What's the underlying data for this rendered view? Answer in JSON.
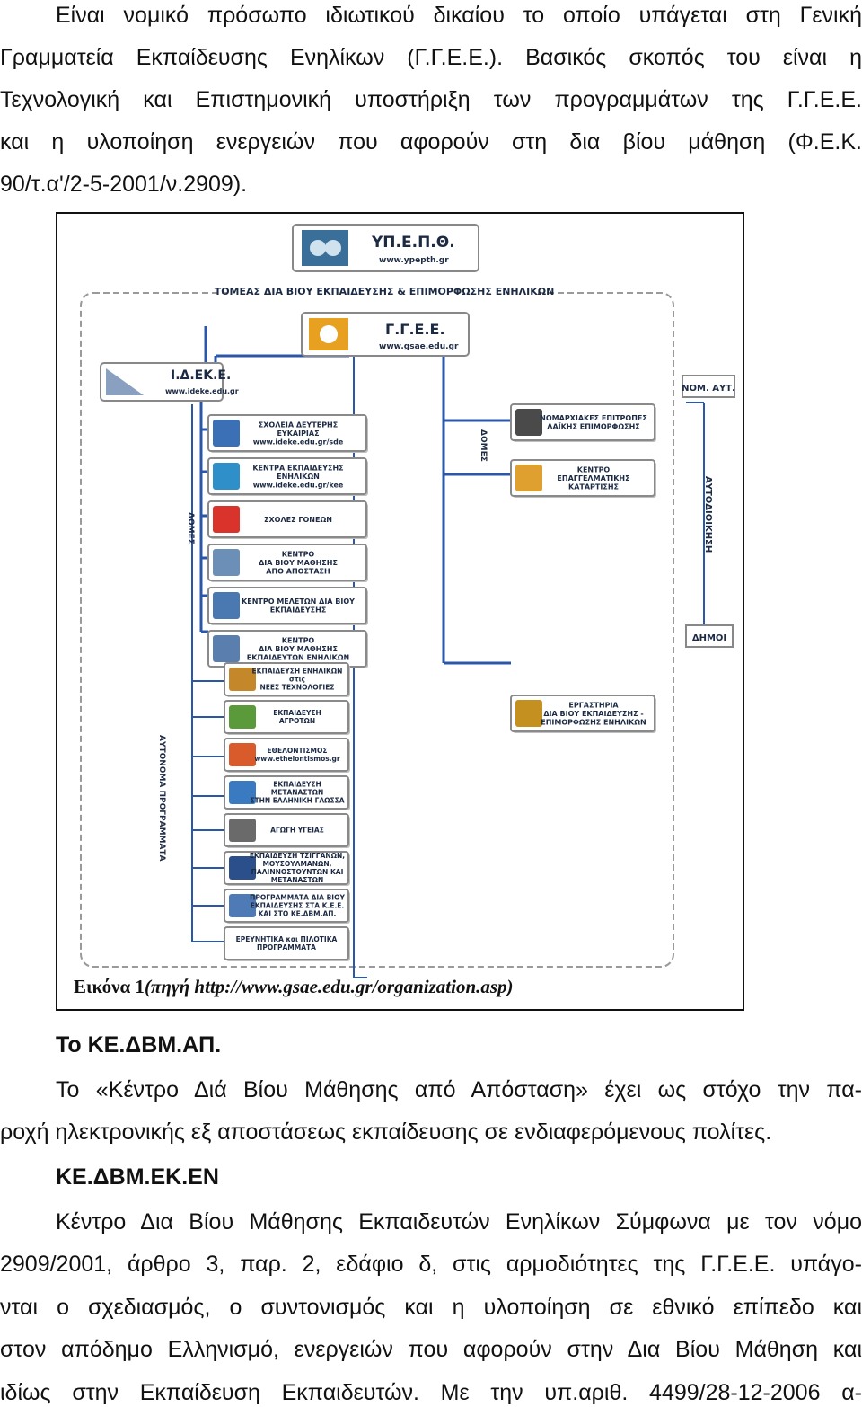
{
  "paragraph1": {
    "lines": [
      "Είναι νομικό πρόσωπο ιδιωτικού δικαίου το οποίο υπάγεται στη Γενική",
      "Γραμματεία Εκπαίδευσης Ενηλίκων (Γ.Γ.Ε.Ε.). Βασικός σκοπός του είναι η",
      "Τεχνολογική και Επιστημονική υποστήριξη των προγραμμάτων της Γ.Γ.Ε.Ε.",
      "και η υλοποίηση ενεργειών που αφορούν στη δια βίου μάθηση (Φ.Ε.Κ.",
      "90/τ.α'/2-5-2001/ν.2909)."
    ]
  },
  "figure": {
    "top_box": {
      "title": "ΥΠ.Ε.Π.Θ.",
      "url": "www.ypepth.gr"
    },
    "sector_title": "ΤΟΜΕΑΣ ΔΙΑ ΒΙΟΥ ΕΚΠΑΙΔΕΥΣΗΣ & ΕΠΙΜΟΡΦΩΣΗΣ ΕΝΗΛΙΚΩΝ",
    "ggee": {
      "title": "Γ.Γ.Ε.Ε.",
      "url": "www.gsae.edu.gr"
    },
    "ideke": {
      "title": "Ι.Δ.ΕΚ.Ε.",
      "url": "www.ideke.edu.gr"
    },
    "domes_left": "ΔΟΜΕΣ",
    "domes_center": "ΔΟΜΕΣ",
    "avtonoma": "ΑΥΤΟΝΟΜΑ ΠΡΟΓΡΑΜΜΑΤΑ",
    "autodioikisi": "ΑΥΤΟΔΙΟΙΚΗΣΗ",
    "nom_avt": "ΝΟΜ. ΑΥΤ.",
    "dimoi": "ΔΗΜΟΙ",
    "ideke_structures": [
      {
        "lines": [
          "ΣΧΟΛΕΙΑ ΔΕΥΤΕΡΗΣ",
          "ΕΥΚΑΙΡΙΑΣ",
          "www.ideke.edu.gr/sde"
        ]
      },
      {
        "lines": [
          "ΚΕΝΤΡΑ ΕΚΠΑΙΔΕΥΣΗΣ",
          "ΕΝΗΛΙΚΩΝ",
          "www.ideke.edu.gr/kee"
        ]
      },
      {
        "lines": [
          "ΣΧΟΛΕΣ ΓΟΝΕΩΝ"
        ]
      },
      {
        "lines": [
          "ΚΕΝΤΡΟ",
          "ΔΙΑ ΒΙΟΥ ΜΑΘΗΣΗΣ",
          "ΑΠΟ ΑΠΟΣΤΑΣΗ"
        ]
      },
      {
        "lines": [
          "ΚΕΝΤΡΟ ΜΕΛΕΤΩΝ ΔΙΑ ΒΙΟΥ",
          "ΕΚΠΑΙΔΕΥΣΗΣ"
        ]
      },
      {
        "lines": [
          "ΚΕΝΤΡΟ",
          "ΔΙΑ ΒΙΟΥ ΜΑΘΗΣΗΣ",
          "ΕΚΠΑΙΔΕΥΤΩΝ ΕΝΗΛΙΚΩΝ"
        ]
      }
    ],
    "programs": [
      {
        "lines": [
          "ΕΚΠΑΙΔΕΥΣΗ ΕΝΗΛΙΚΩΝ",
          "στις",
          "ΝΕΕΣ ΤΕΧΝΟΛΟΓΙΕΣ"
        ]
      },
      {
        "lines": [
          "ΕΚΠΑΙΔΕΥΣΗ",
          "ΑΓΡΟΤΩΝ"
        ]
      },
      {
        "lines": [
          "ΕΘΕΛΟΝΤΙΣΜΟΣ",
          "www.ethelontismos.gr"
        ]
      },
      {
        "lines": [
          "ΕΚΠΑΙΔΕΥΣΗ",
          "ΜΕΤΑΝΑΣΤΩΝ",
          "ΣΤΗΝ ΕΛΛΗΝΙΚΗ ΓΛΩΣΣΑ"
        ]
      },
      {
        "lines": [
          "ΑΓΩΓΗ ΥΓΕΙΑΣ"
        ]
      },
      {
        "lines": [
          "ΕΚΠΑΙΔΕΥΣΗ ΤΣΙΓΓΑΝΩΝ,",
          "ΜΟΥΣΟΥΛΜΑΝΩΝ,",
          "ΠΑΛΙΝΝΟΣΤΟΥΝΤΩΝ ΚΑΙ",
          "ΜΕΤΑΝΑΣΤΩΝ"
        ]
      },
      {
        "lines": [
          "ΠΡΟΓΡΑΜΜΑΤΑ ΔΙΑ ΒΙΟΥ",
          "ΕΚΠΑΙΔΕΥΣΗΣ ΣΤΑ Κ.Ε.Ε.",
          "ΚΑΙ ΣΤΟ ΚΕ.ΔΒΜ.ΑΠ."
        ]
      },
      {
        "lines": [
          "ΕΡΕΥΝΗΤΙΚΑ και ΠΙΛΟΤΙΚΑ",
          "ΠΡΟΓΡΑΜΜΑΤΑ"
        ]
      }
    ],
    "right_structures": [
      {
        "lines": [
          "ΝΟΜΑΡΧΙΑΚΕΣ ΕΠΙΤΡΟΠΕΣ",
          "ΛΑΪΚΗΣ ΕΠΙΜΟΡΦΩΣΗΣ"
        ]
      },
      {
        "lines": [
          "ΚΕΝΤΡΟ",
          "ΕΠΑΓΓΕΛΜΑΤΙΚΗΣ",
          "ΚΑΤΑΡΤΙΣΗΣ"
        ]
      },
      {
        "lines": [
          "ΕΡΓΑΣΤΗΡΙΑ",
          "ΔΙΑ ΒΙΟΥ ΕΚΠΑΙΔΕΥΣΗΣ -",
          "ΕΠΙΜΟΡΦΩΣΗΣ ΕΝΗΛΙΚΩΝ"
        ]
      }
    ],
    "caption": {
      "label": "Εικόνα 1",
      "source": "(πηγή http://www.gsae.edu.gr/organization.asp)"
    }
  },
  "section1": {
    "heading": "Το ΚΕ.ΔΒΜ.ΑΠ.",
    "lines": [
      "Το «Κέντρο Διά Βίου Μάθησης από Απόσταση» έχει ως στόχο την πα-",
      "ροχή ηλεκτρονικής εξ αποστάσεως εκπαίδευσης σε ενδιαφερόμενους πολίτες."
    ]
  },
  "section2": {
    "heading": "ΚΕ.ΔΒΜ.ΕΚ.ΕΝ",
    "lines": [
      "Κέντρο Δια Βίου Μάθησης Εκπαιδευτών Ενηλίκων Σύμφωνα με τον νόμο",
      "2909/2001, άρθρο 3, παρ. 2, εδάφιο δ, στις αρμοδιότητες της Γ.Γ.Ε.Ε. υπάγο-",
      "νται ο σχεδιασμός, ο συντονισμός και η υλοποίηση σε εθνικό επίπεδο και",
      "στον απόδημο Ελληνισμό, ενεργειών που αφορούν στην Δια Βίου Μάθηση και",
      "ιδίως στην Εκπαίδευση Εκπαιδευτών. Με την υπ.αριθ. 4499/28-12-2006 α-"
    ]
  },
  "colors": {
    "line_blue": "#2b57a8",
    "box_border": "#8a8a8a",
    "text_navy": "#1c2a44"
  }
}
